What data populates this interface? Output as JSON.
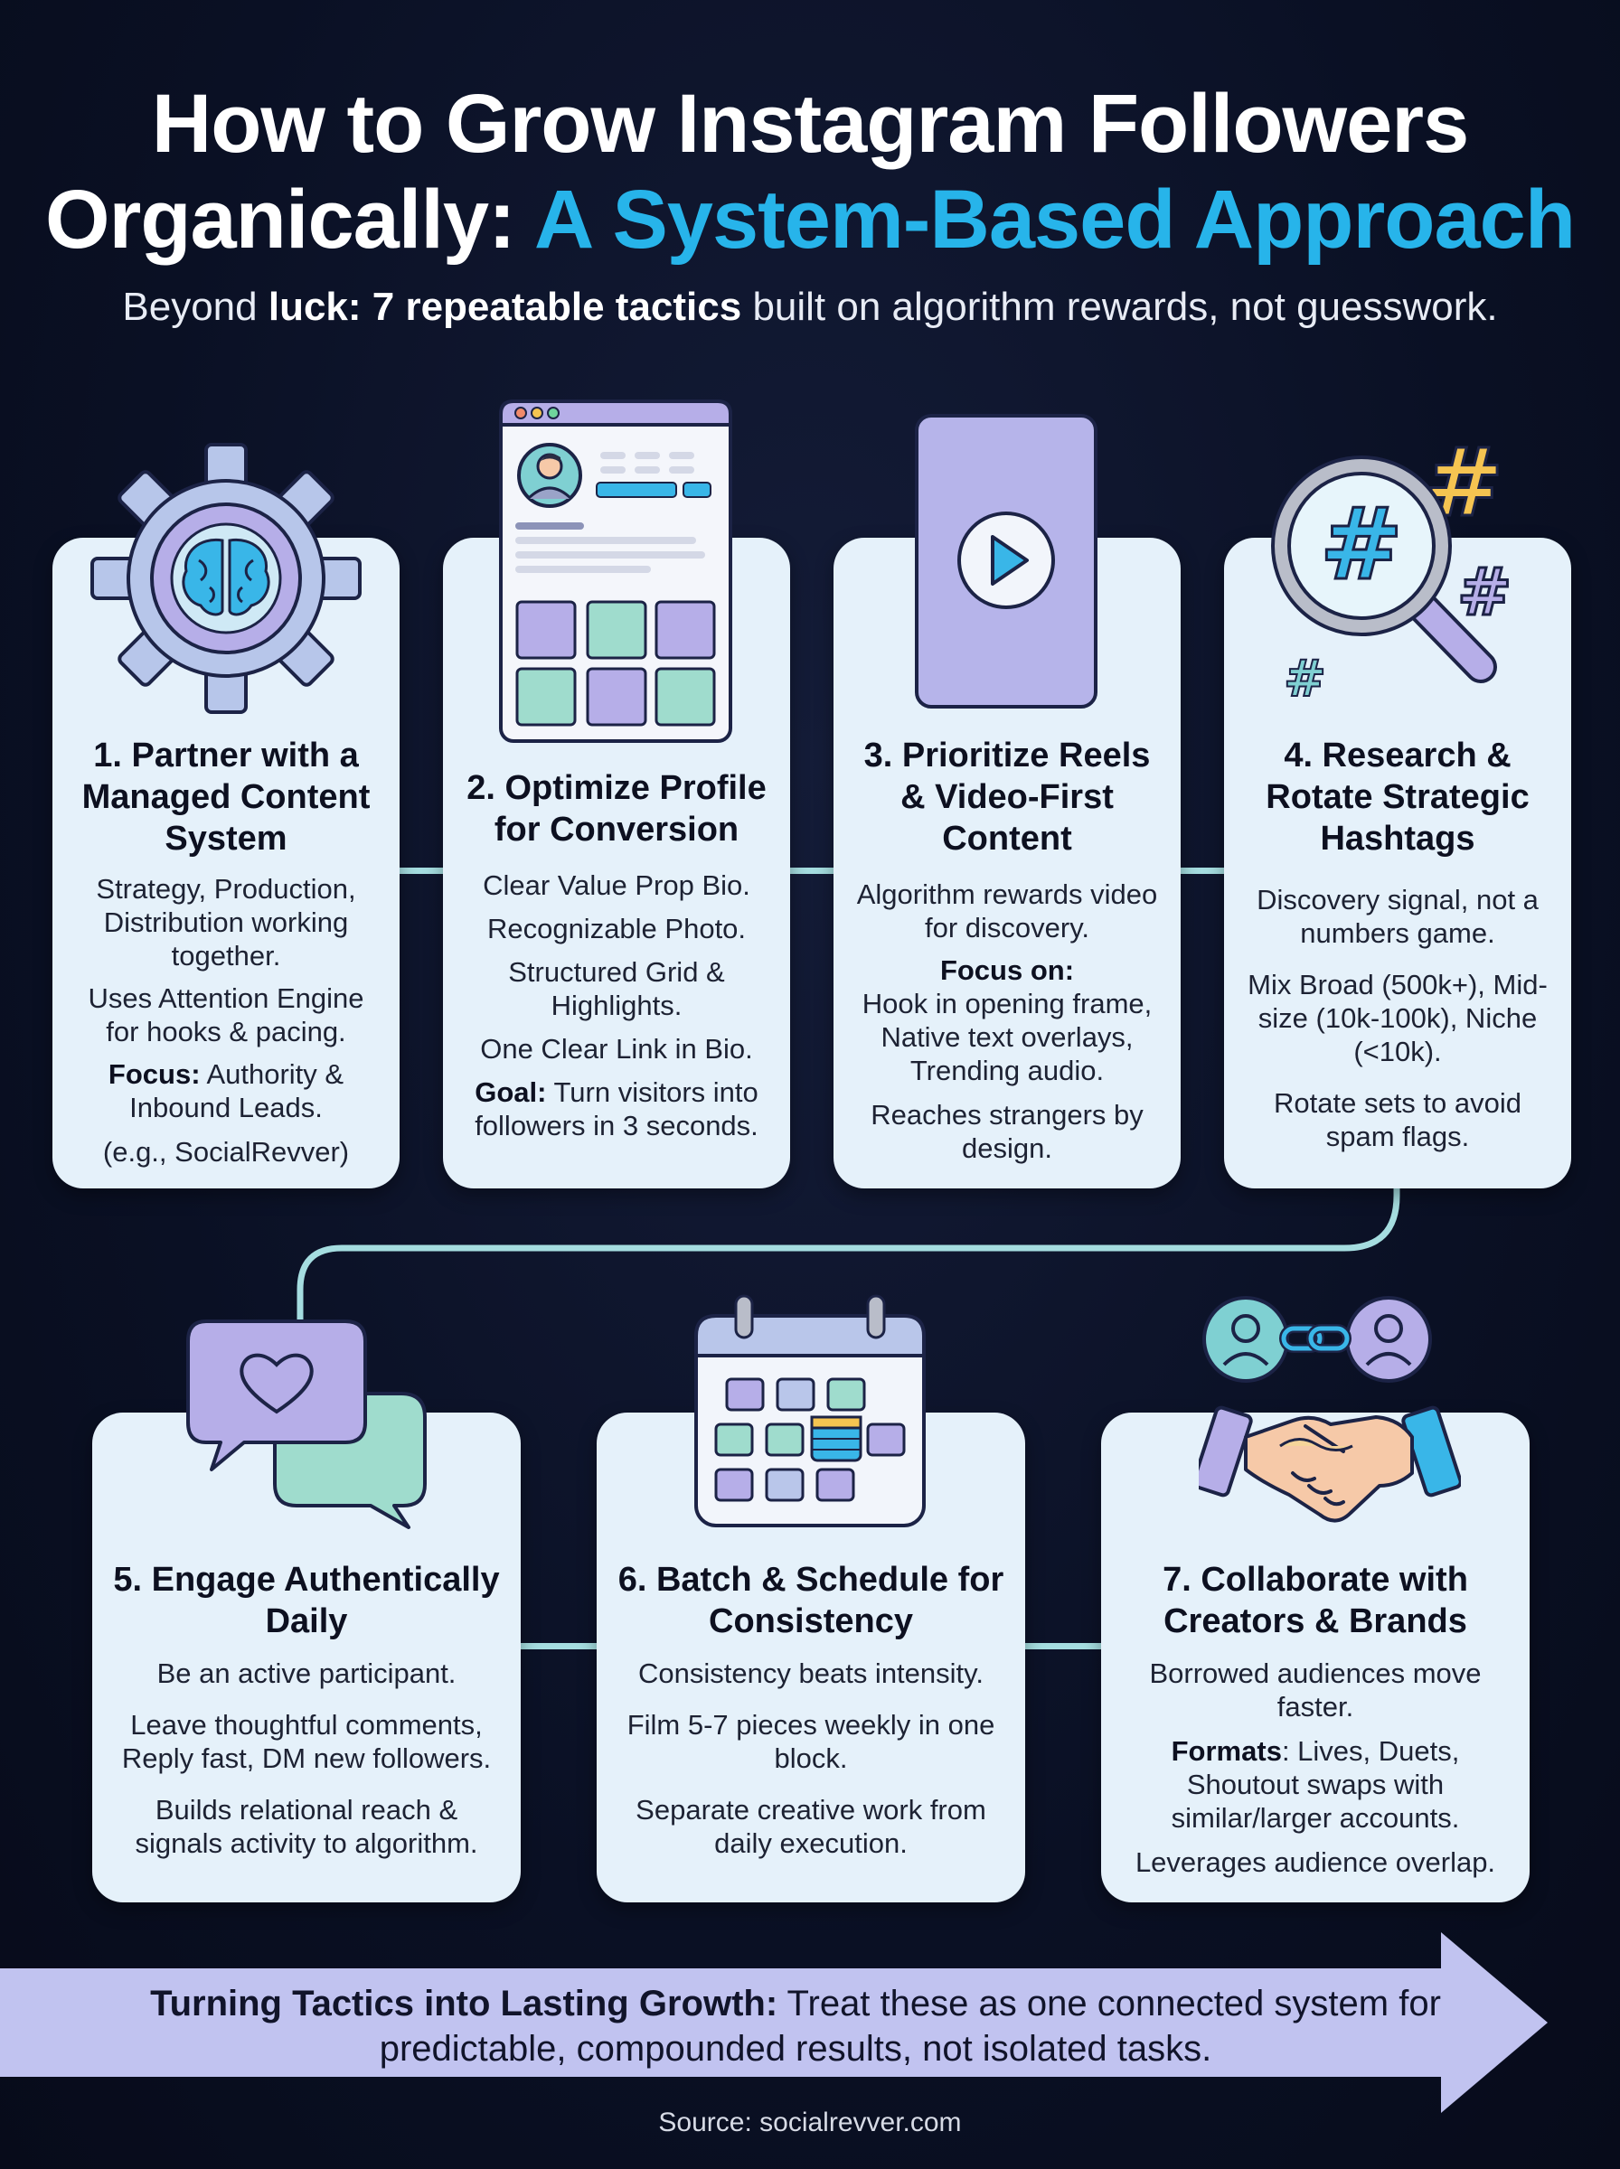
{
  "header": {
    "title_line1": "How to Grow Instagram Followers",
    "title_line2_plain": "Organically:",
    "title_line2_accent": "A System-Based Approach",
    "subtitle_pre": "Beyond",
    "subtitle_bold": "luck: 7 repeatable tactics",
    "subtitle_post": "built on algorithm rewards, not guesswork."
  },
  "cards": [
    {
      "title": "1. Partner with a Managed Content System",
      "p1": "Strategy, Production, Distribution working together.",
      "p2": "Uses Attention Engine for hooks & pacing.",
      "p3_bold": "Focus:",
      "p3": " Authority & Inbound Leads.",
      "p4": "(e.g., SocialRevver)"
    },
    {
      "title": "2. Optimize Profile for Conversion",
      "p1": "Clear Value Prop Bio.",
      "p2": "Recognizable Photo.",
      "p3": "Structured Grid & Highlights.",
      "p4": "One Clear Link in Bio.",
      "p5_bold": "Goal:",
      "p5": " Turn visitors into followers in 3 seconds."
    },
    {
      "title": "3. Prioritize Reels & Video-First Content",
      "p1": "Algorithm rewards video for discovery.",
      "p2_bold": "Focus on:",
      "p2": "Hook in opening frame, Native text overlays, Trending audio.",
      "p3": "Reaches strangers by design."
    },
    {
      "title": "4. Research & Rotate Strategic Hashtags",
      "p1": "Discovery signal, not a numbers game.",
      "p2": "Mix Broad (500k+), Mid-size (10k-100k), Niche (<10k).",
      "p3": "Rotate sets to avoid spam flags."
    },
    {
      "title": "5. Engage Authentically Daily",
      "p1": "Be an active participant.",
      "p2": "Leave thoughtful comments, Reply fast, DM new followers.",
      "p3": "Builds relational reach & signals activity to algorithm."
    },
    {
      "title": "6. Batch & Schedule for Consistency",
      "p1": "Consistency beats intensity.",
      "p2": "Film 5-7 pieces weekly in one block.",
      "p3": "Separate creative work from daily execution."
    },
    {
      "title": "7. Collaborate with Creators & Brands",
      "p1": "Borrowed audiences move faster.",
      "p2_bold": "Formats",
      "p2": ": Lives, Duets, Shoutout swaps with similar/larger accounts.",
      "p3": "Leverages audience overlap."
    }
  ],
  "icons": {
    "card1": "gear-brain-icon",
    "card2": "profile-page-icon",
    "card3": "video-play-icon",
    "card4": "hashtag-magnifier-icon",
    "card5": "chat-heart-icon",
    "card6": "calendar-icon",
    "card7": "handshake-collab-icon"
  },
  "banner": {
    "bold": "Turning Tactics into Lasting Growth:",
    "text": " Treat these as one connected system for predictable, compounded results, not isolated tasks."
  },
  "source": "Source: socialrevver.com",
  "colors": {
    "background": "#0a1024",
    "accent": "#27b4ea",
    "card": "#e5f1fa",
    "connector": "#a5dde0",
    "banner": "#c1c3f0"
  }
}
